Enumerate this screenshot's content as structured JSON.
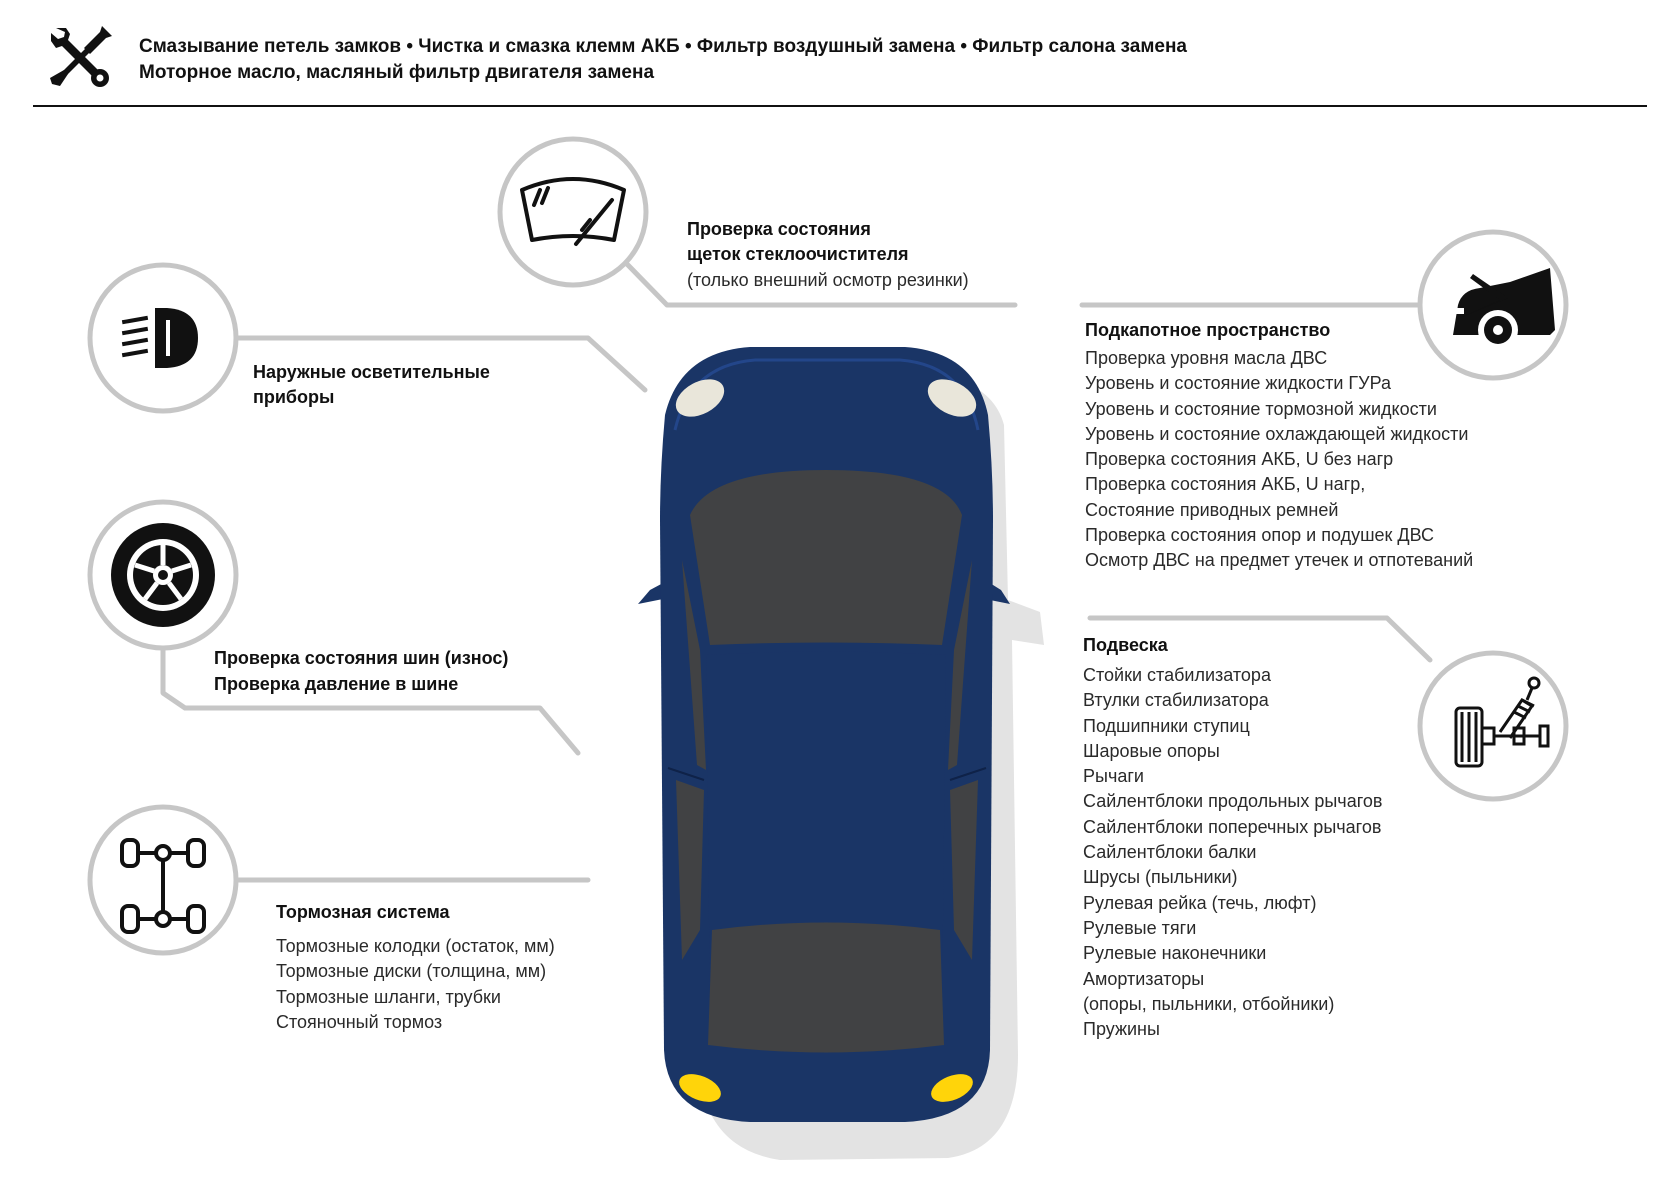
{
  "header": {
    "line1": "Смазывание петель замков • Чистка и смазка клемм АКБ • Фильтр воздушный замена • Фильтр салона замена",
    "line2": "Моторное масло, масляный фильтр двигателя замена",
    "icon": "wrench-screwdriver-icon"
  },
  "wipers": {
    "icon": "windshield-wiper-icon",
    "title_line1": "Проверка состояния",
    "title_line2": "щеток стеклоочистителя",
    "note": "(только внешний осмотр резинки)"
  },
  "lights": {
    "icon": "headlight-icon",
    "title_line1": "Наружные осветительные",
    "title_line2": "приборы"
  },
  "tires": {
    "icon": "tire-icon",
    "line1": "Проверка состояния шин (износ)",
    "line2": "Проверка давление в шине"
  },
  "brakes": {
    "icon": "axle-brake-icon",
    "title": "Тормозная система",
    "items": [
      "Тормозные колодки (остаток, мм)",
      "Тормозные диски (толщина, мм)",
      "Тормозные шланги, трубки",
      "Стояночный тормоз"
    ]
  },
  "underhood": {
    "icon": "open-hood-car-icon",
    "title": "Подкапотное пространство",
    "items": [
      "Проверка уровня масла ДВС",
      "Уровень и состояние жидкости ГУРа",
      "Уровень и состояние тормозной жидкости",
      "Уровень и состояние охлаждающей жидкости",
      "Проверка состояния АКБ, U без нагр",
      "Проверка состояния АКБ, U нагр,",
      "Состояние приводных ремней",
      "Проверка состояния опор и подушек ДВС",
      "Осмотр ДВС на предмет утечек и отпотеваний"
    ]
  },
  "suspension": {
    "icon": "shock-absorber-wheel-icon",
    "title": "Подвеска",
    "items": [
      "Стойки стабилизатора",
      "Втулки стабилизатора",
      "Подшипники ступиц",
      "Шаровые опоры",
      "Рычаги",
      "Сайлентблоки продольных рычагов",
      "Сайлентблоки поперечных рычагов",
      "Сайлентблоки балки",
      "Шрусы (пыльники)",
      "Рулевая рейка (течь, люфт)",
      "Рулевые тяги",
      "Рулевые наконечники",
      "Амортизаторы",
      "(опоры, пыльники, отбойники)",
      "Пружины"
    ]
  },
  "colors": {
    "car_body": "#1a3566",
    "car_glass": "#414244",
    "connector": "#c6c6c6",
    "tail_light": "#ffd40a",
    "head_light": "#e9e6da"
  }
}
